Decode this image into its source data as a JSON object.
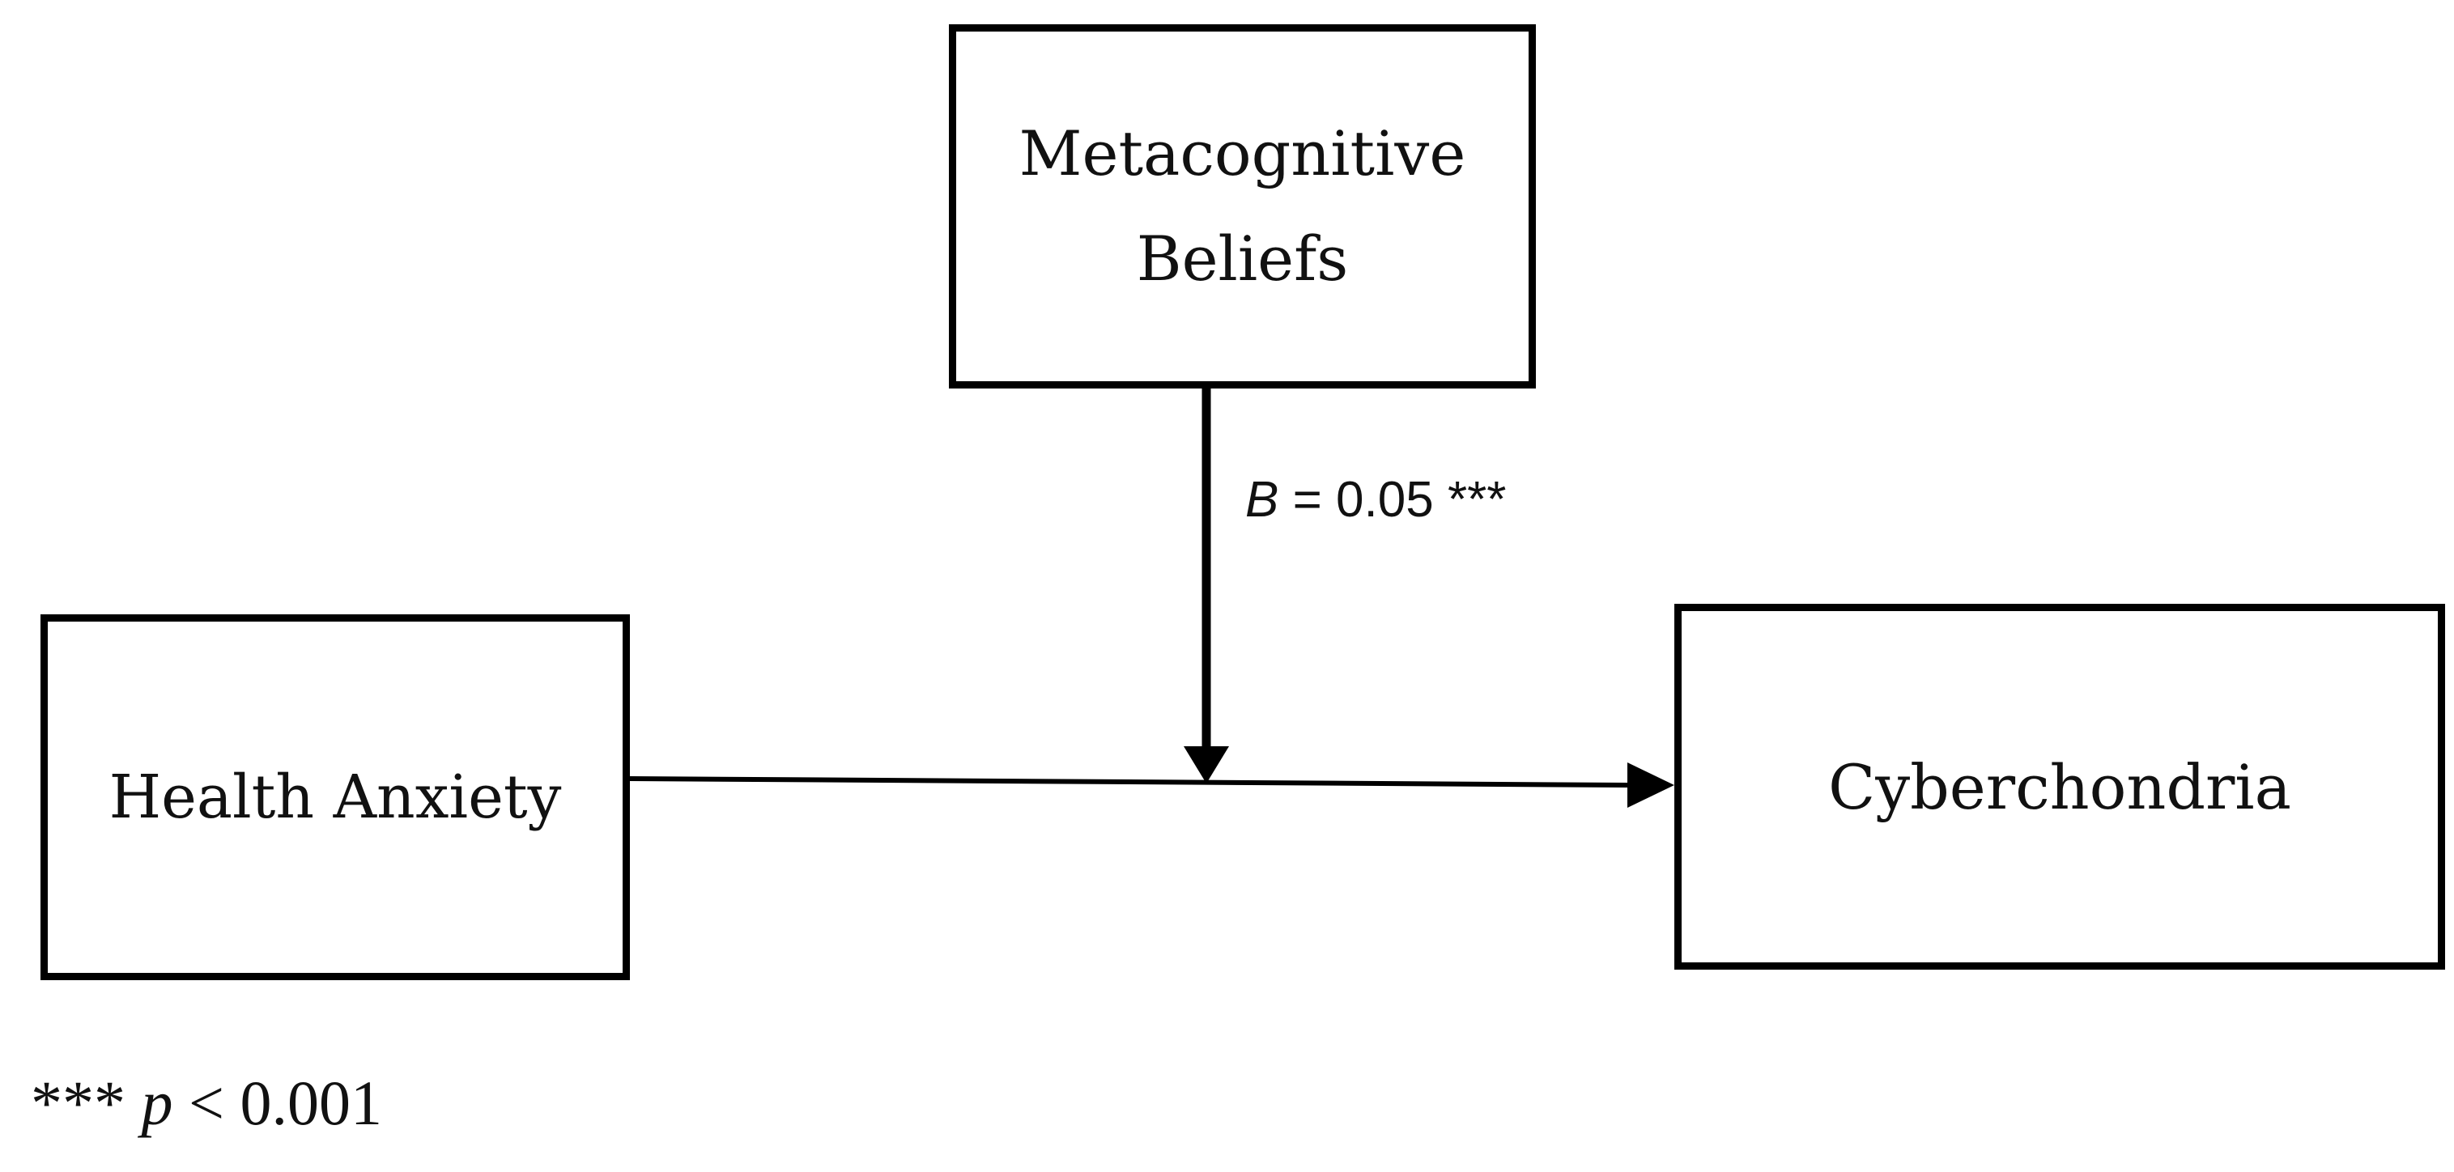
{
  "nodes": {
    "moderator": {
      "line1": "Metacognitive",
      "line2": "Beliefs"
    },
    "predictor": {
      "label": "Health Anxiety"
    },
    "outcome": {
      "label": "Cyberchondria"
    }
  },
  "moderation_path": {
    "coef_symbol": "B",
    "coef_value": "= 0.05",
    "significance": "***"
  },
  "footnote": {
    "stars": "***",
    "p_symbol": "p",
    "threshold": "< 0.001"
  }
}
